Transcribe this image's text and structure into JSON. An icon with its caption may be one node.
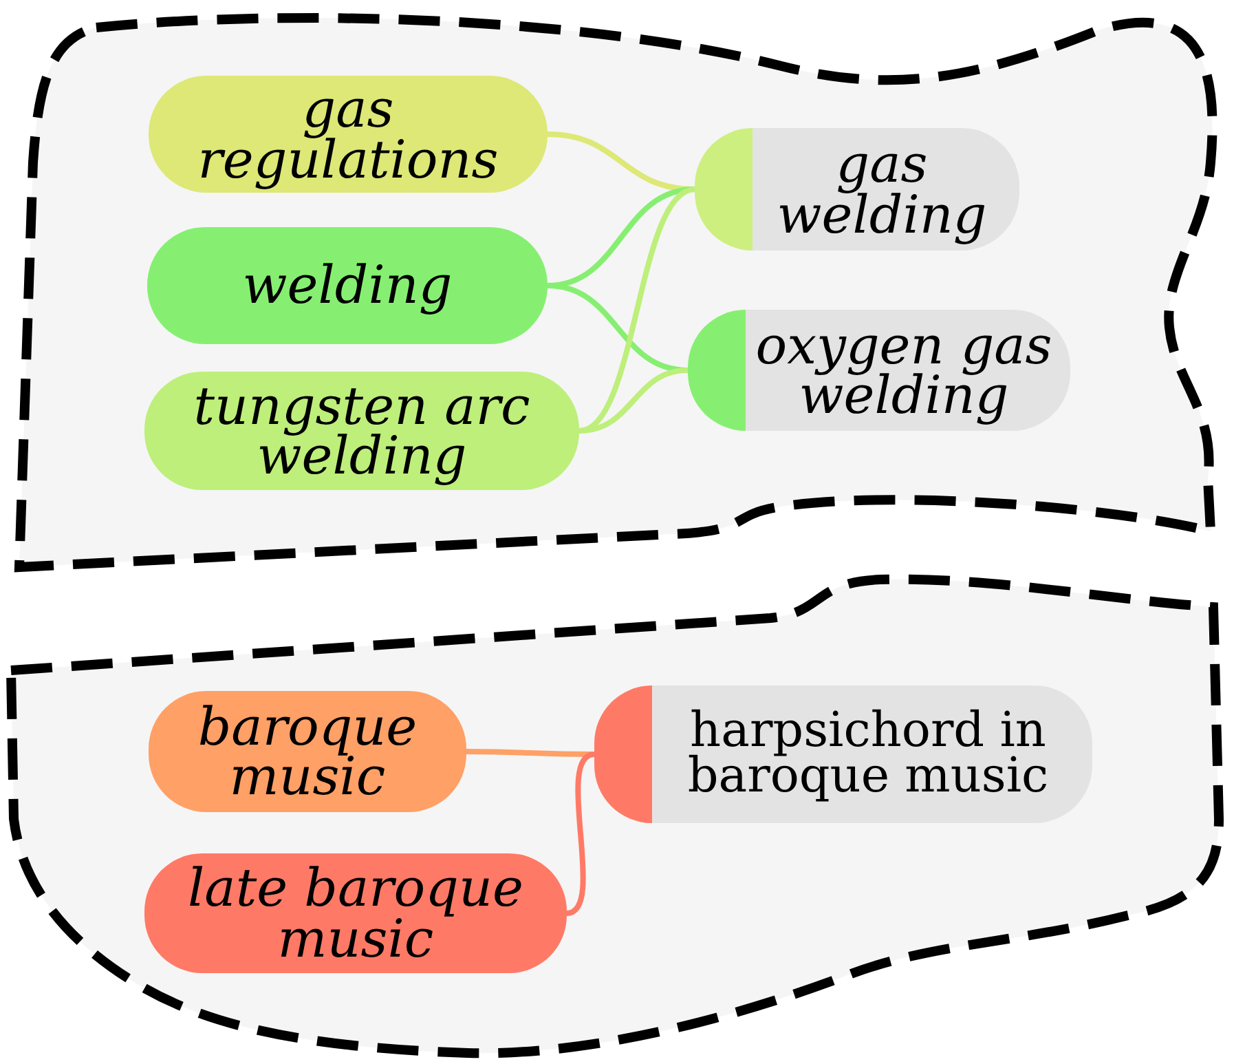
{
  "diagram": {
    "nodes": [
      {
        "text": [],
        "shape": "cloud"
      },
      {
        "text": [
          "gas regulations"
        ],
        "in": 0
      },
      {
        "text": [
          "welding"
        ],
        "in": 0
      },
      {
        "text": [
          "tungsten arc welding"
        ],
        "in": 0
      },
      {
        "text": [
          "gas welding"
        ],
        "in": 0
      },
      {
        "text": [
          "oxygen gas welding"
        ],
        "in": 0
      },
      {
        "text": [],
        "shape": "cloud"
      },
      {
        "text": [
          "baroque music"
        ],
        "in": 6
      },
      {
        "text": [
          "late baroque music"
        ],
        "in": 6
      },
      {
        "text": [
          "harpsichord in baroque music"
        ],
        "in": 6
      }
    ],
    "edges": [
      {
        "from": 1,
        "to": 4,
        "arrow": "none",
        "color": "#dde876"
      },
      {
        "from": 2,
        "to": 4,
        "arrow": "none",
        "color": "#86ef72"
      },
      {
        "from": 2,
        "to": 5,
        "arrow": "none",
        "color": "#86ef72"
      },
      {
        "from": 3,
        "to": 4,
        "arrow": "none",
        "color": "#bdef7a"
      },
      {
        "from": 3,
        "to": 5,
        "arrow": "none",
        "color": "#bdef7a"
      },
      {
        "from": 7,
        "to": 9,
        "arrow": "none",
        "color": "#ffa066"
      },
      {
        "from": 8,
        "to": 9,
        "arrow": "none",
        "color": "#ff7a66"
      }
    ]
  }
}
